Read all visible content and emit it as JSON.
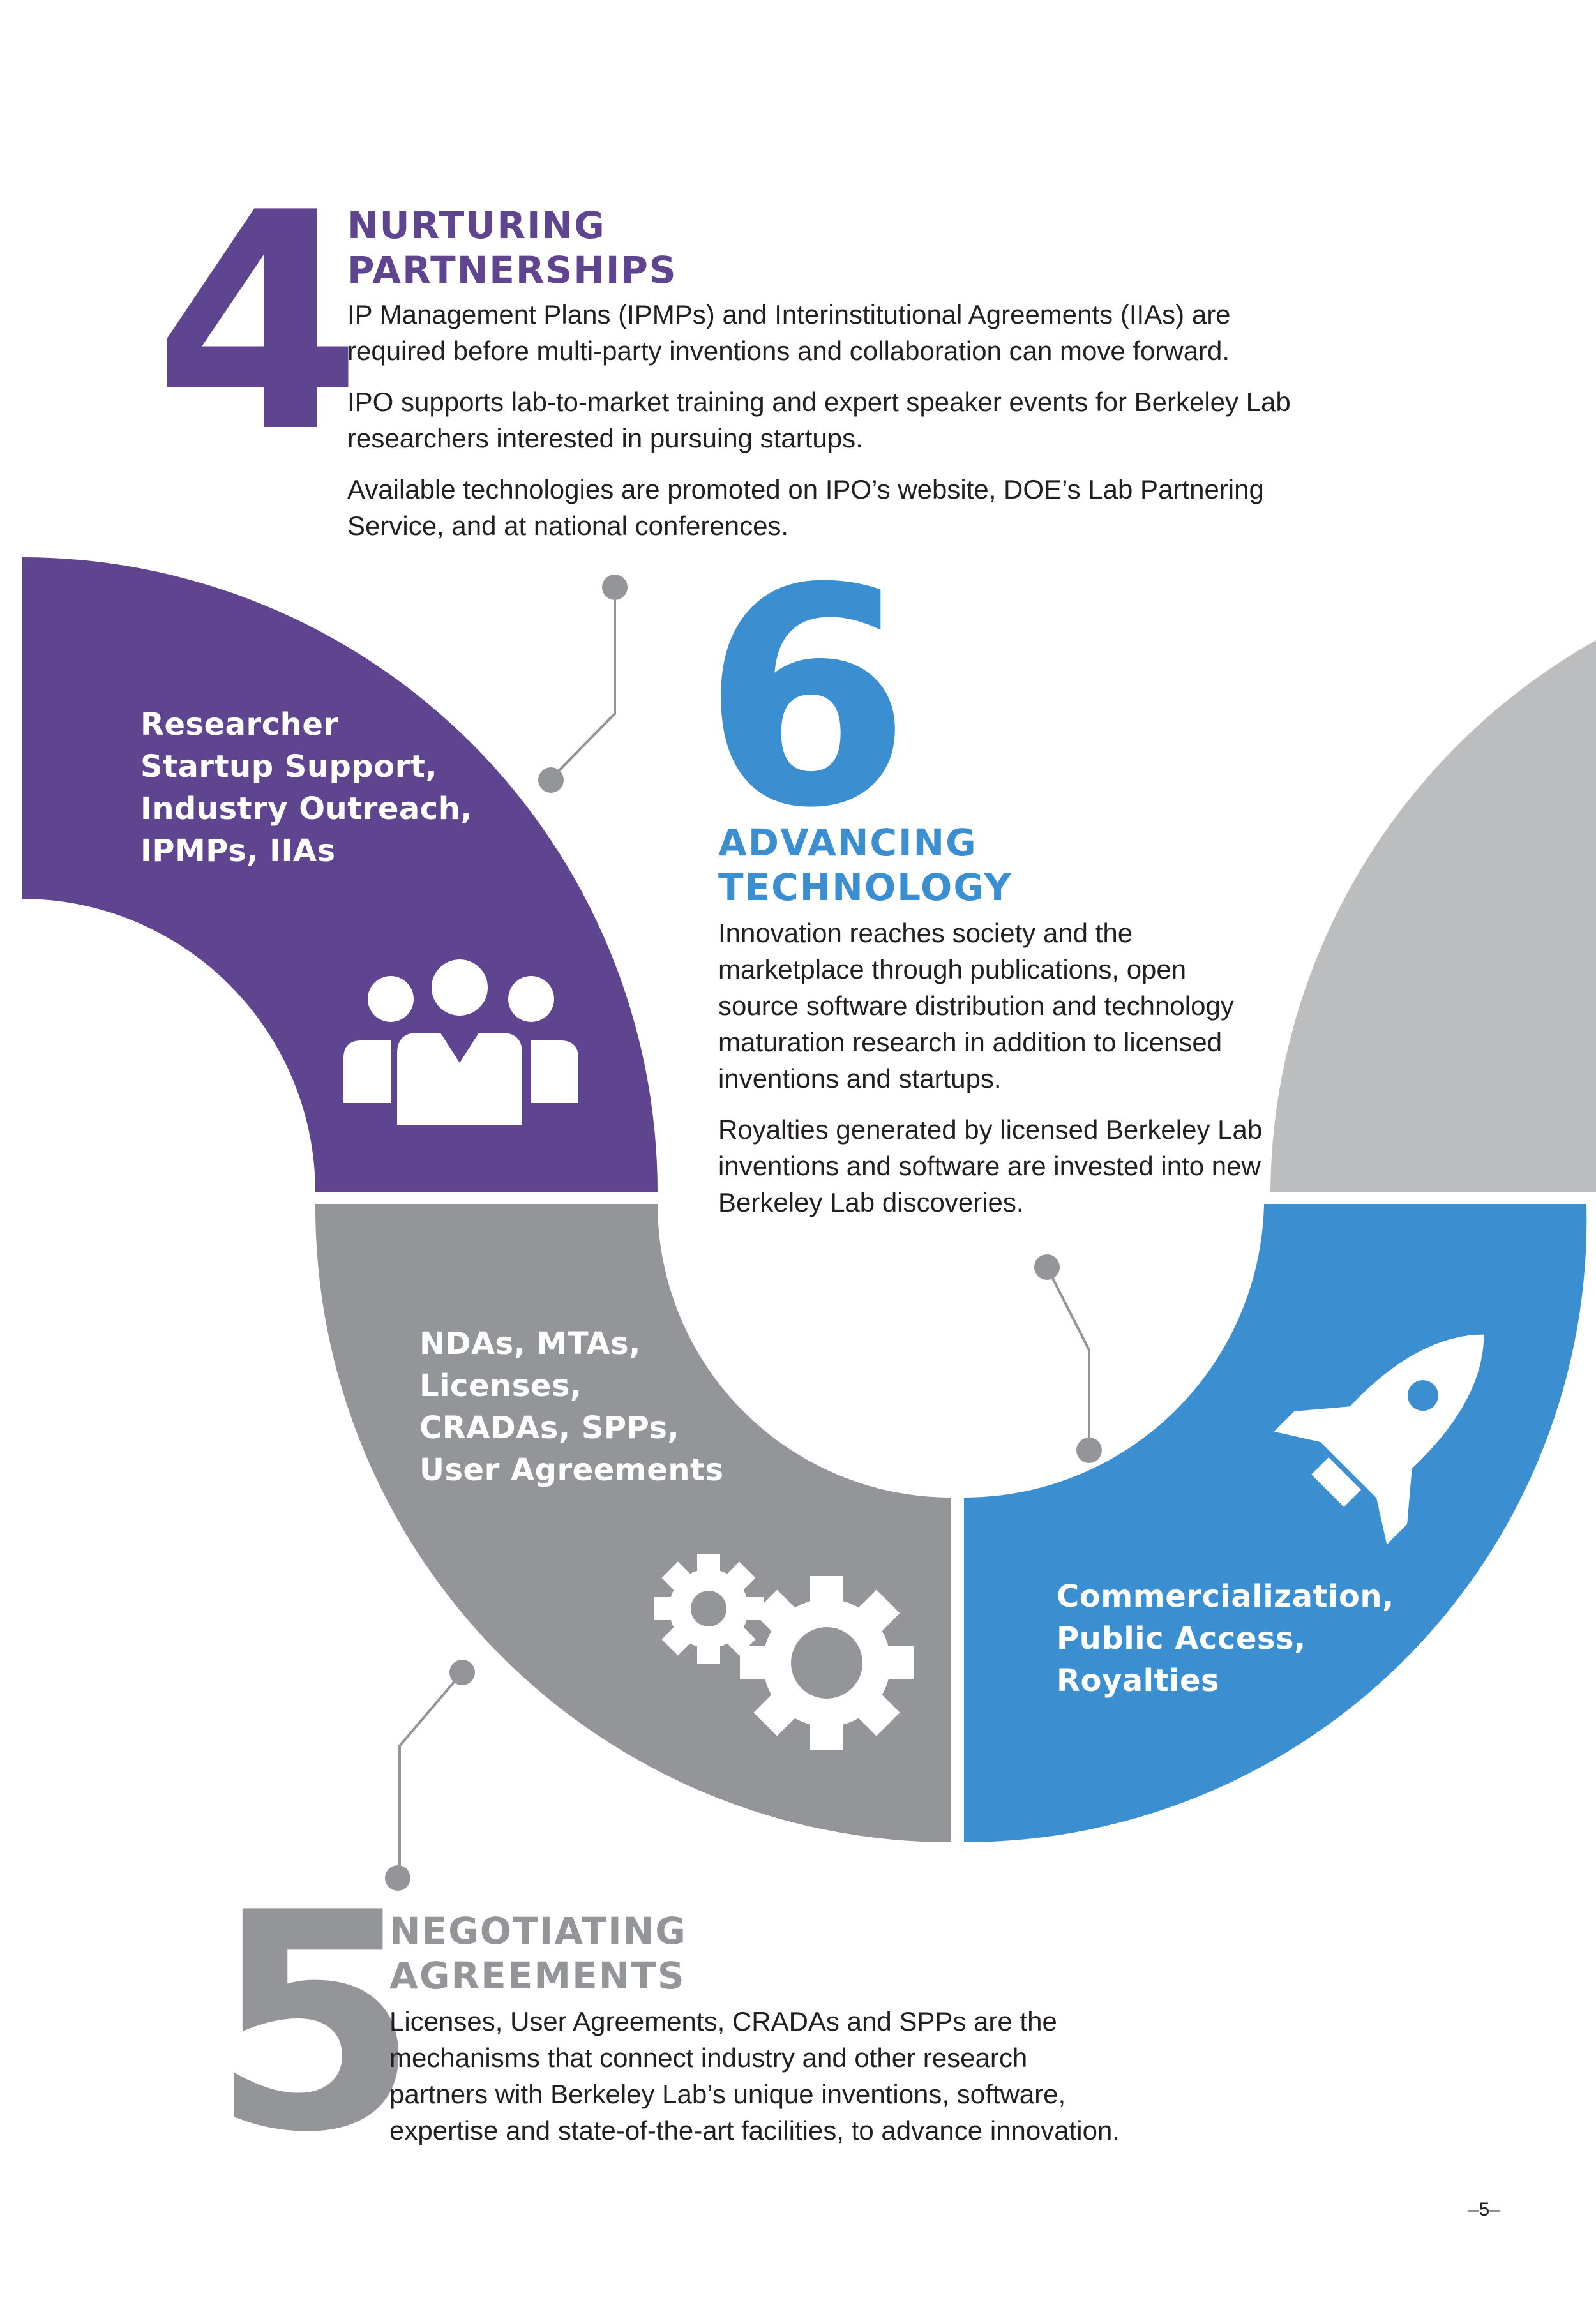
{
  "colors": {
    "purple": "#5f4590",
    "gray": "#939598",
    "light_gray": "#bcbdbf",
    "blue": "#3b8fd0",
    "connector": "#939598"
  },
  "sections": {
    "nurturing": {
      "number": "4",
      "title_line1": "NURTURING",
      "title_line2": "PARTNERSHIPS",
      "paragraph1": "IP Management Plans (IPMPs) and Interinstitutional Agreements (IIAs) are required before multi-party inventions and collaboration can move forward.",
      "paragraph2": "IPO supports lab-to-market training and expert speaker events for Berkeley Lab researchers interested in pursuing startups.",
      "paragraph3": "Available technologies are promoted on IPO’s website, DOE’s Lab Partnering Service, and at national conferences."
    },
    "advancing": {
      "number": "6",
      "title_line1": "ADVANCING",
      "title_line2": "TECHNOLOGY",
      "paragraph1": "Innovation reaches society and the marketplace through publications, open source software distribution and technology maturation research in addition to licensed inventions and startups.",
      "paragraph2": "Royalties generated by licensed Berkeley Lab inventions and software are invested into new Berkeley Lab discoveries."
    },
    "negotiating": {
      "number": "5",
      "title_line1": "NEGOTIATING",
      "title_line2": "AGREEMENTS",
      "paragraph1": "Licenses, User Agreements, CRADAs and SPPs are the mechanisms that connect industry and other research partners with Berkeley Lab’s unique inventions, software, expertise and state-of-the-art facilities, to advance innovation."
    }
  },
  "segments": {
    "purple": {
      "line1": "Researcher",
      "line2": "Startup Support,",
      "line3": "Industry Outreach,",
      "line4": "IPMPs, IIAs",
      "icon": "people-group-icon"
    },
    "gray": {
      "line1": "NDAs, MTAs,",
      "line2": "Licenses,",
      "line3": "CRADAs, SPPs,",
      "line4": "User Agreements",
      "icon": "gears-icon"
    },
    "blue": {
      "line1": "Commercialization,",
      "line2": "Public Access,",
      "line3": "Royalties",
      "icon": "rocket-icon"
    }
  },
  "page_number": "–5–"
}
